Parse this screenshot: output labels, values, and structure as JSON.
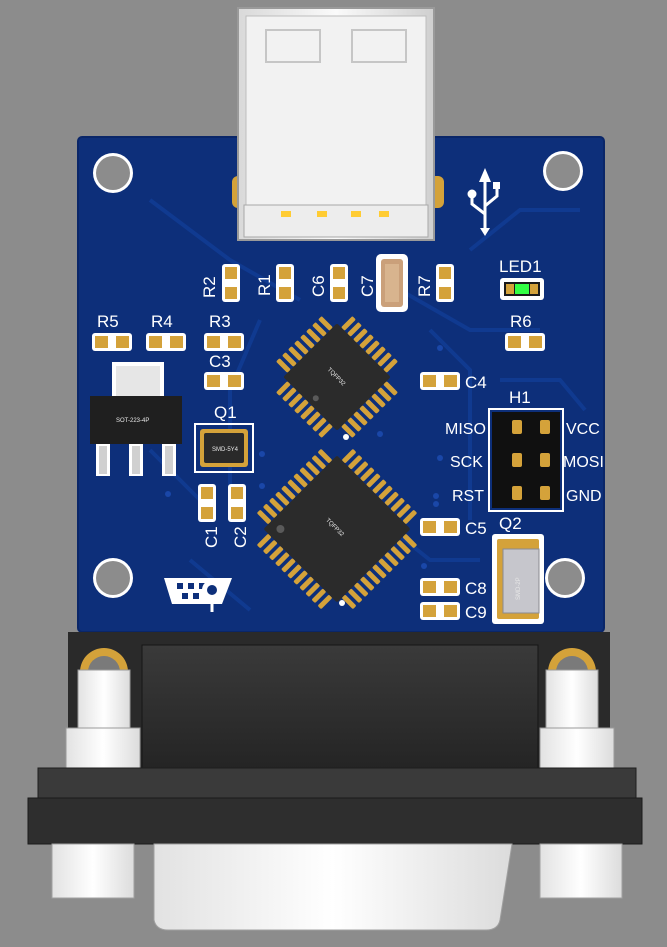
{
  "board": {
    "colors": {
      "pcb": "#0d2f7a",
      "silk": "#ffffff",
      "pad": "#d4a23a",
      "background": "#8c8c8c",
      "led_on": "#33ff44"
    },
    "refdes": {
      "r1": "R1",
      "r2": "R2",
      "r3": "R3",
      "r4": "R4",
      "r5": "R5",
      "r6": "R6",
      "r7": "R7",
      "c1": "C1",
      "c2": "C2",
      "c3": "C3",
      "c4": "C4",
      "c5": "C5",
      "c6": "C6",
      "c7": "C7",
      "c8": "C8",
      "c9": "C9",
      "q1": "Q1",
      "q2": "Q2",
      "led1": "LED1",
      "h1": "H1"
    },
    "header_pins": {
      "left": [
        "MISO",
        "SCK",
        "RST"
      ],
      "right": [
        "VCC",
        "MOSI",
        "GND"
      ]
    },
    "packages": {
      "regulator": "SOT-223-4P",
      "ic_top": "TQFP32",
      "ic_bottom": "TQFP32",
      "q1": "SMD-5Y4",
      "q2": "SMD-2P"
    },
    "icons": [
      "usb-logo-icon",
      "programmer-logo-icon"
    ]
  }
}
